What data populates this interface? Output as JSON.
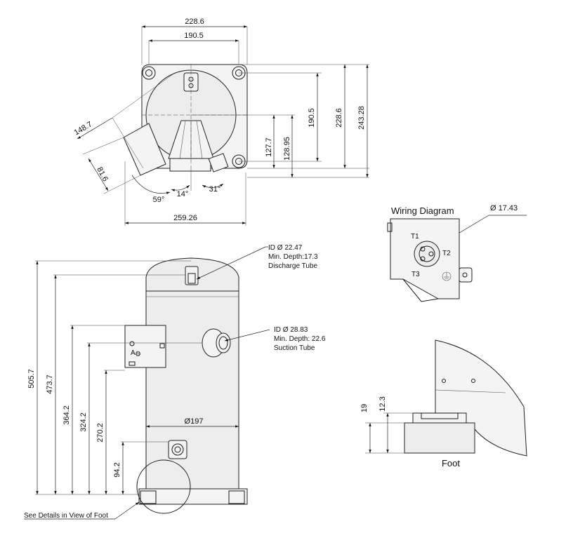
{
  "top_view": {
    "dims": {
      "w_outer": "228.6",
      "w_inner": "190.5",
      "h_inner": "190.5",
      "h_mid": "228.6",
      "h_outer": "243.28",
      "h_127": "127.7",
      "h_128": "128.95",
      "diag_148": "148.7",
      "diag_81": "81.6",
      "width_259": "259.26"
    },
    "angles": {
      "a59": "59°",
      "a14": "14°",
      "a31": "31°"
    }
  },
  "wiring": {
    "title": "Wiring Diagram",
    "diameter": "Ø 17.43",
    "t1": "T1",
    "t2": "T2",
    "t3": "T3"
  },
  "side_view": {
    "discharge": {
      "id": "ID Ø 22.47",
      "depth": "Min. Depth:17.3",
      "name": "Discharge Tube"
    },
    "suction": {
      "id": "ID Ø 28.83",
      "depth": "Min. Depth: 22.6",
      "name": "Suction Tube"
    },
    "dims": {
      "h505": "505.7",
      "h473": "473.7",
      "h364": "364.2",
      "h324": "324.2",
      "h270": "270.2",
      "h94": "94.2",
      "dia": "Ø197"
    },
    "foot_note": "See Details in View of Foot"
  },
  "foot_view": {
    "title": "Foot",
    "d19": "19",
    "d12": "12.3"
  }
}
